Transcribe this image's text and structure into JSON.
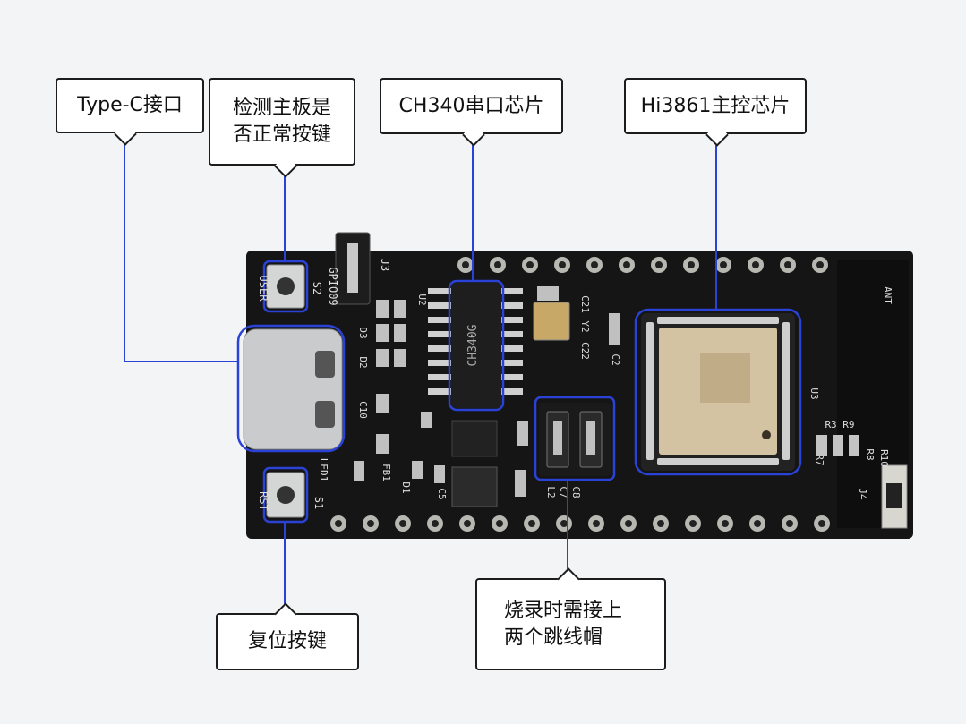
{
  "callouts": {
    "typec": "Type-C接口",
    "user_button": "检测主板是\n否正常按键",
    "ch340": "CH340串口芯片",
    "hi3861": "Hi3861主控芯片",
    "reset_button": "复位按键",
    "jumper": "烧录时需接上\n两个跳线帽"
  },
  "board_labels": {
    "user": "USER",
    "s2": "S2",
    "gpio": "GPIO09",
    "j3": "J3",
    "rst": "RST",
    "s1": "S1",
    "u2": "U2",
    "u3": "U3",
    "d3": "D3",
    "d2": "D2",
    "c10": "C10",
    "led1": "LED1",
    "fb1": "FB1",
    "d1": "D1",
    "c21": "C21",
    "y2": "Y2",
    "c22": "C22",
    "c2": "C2",
    "ant": "ANT",
    "r3r9": "R3 R9",
    "r10": "R10",
    "r8": "R8",
    "r7": "R7",
    "j4": "J4",
    "l2": "L2",
    "c7": "C7",
    "c5": "C5",
    "c8": "C8",
    "chip_text": "CH340G"
  },
  "colors": {
    "highlight": "#2a43d6",
    "leader": "#2a43d6",
    "pcb": "#161616"
  }
}
